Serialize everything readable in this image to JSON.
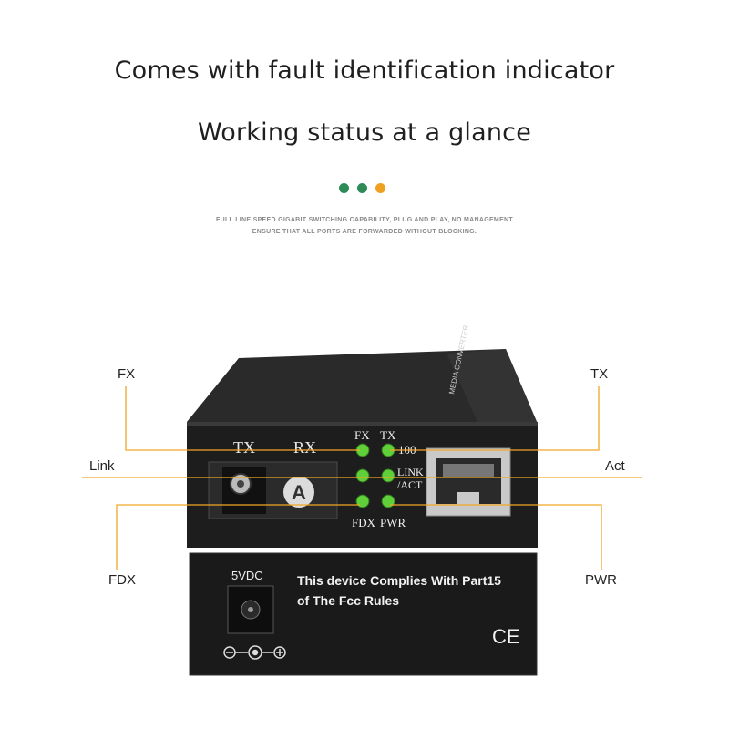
{
  "heading": {
    "line1": "Comes with fault identification indicator",
    "line2": "Working status at a glance"
  },
  "dots": [
    "#2e8b57",
    "#2e8b57",
    "#f0a020"
  ],
  "subtext": {
    "line1": "FULL LINE SPEED GIGABIT SWITCHING CAPABILITY, PLUG AND PLAY, NO MANAGEMENT",
    "line2": "ENSURE THAT ALL PORTS ARE FORWARDED WITHOUT BLOCKING."
  },
  "callouts": {
    "fx": "FX",
    "tx": "TX",
    "link": "Link",
    "act": "Act",
    "fdx": "FDX",
    "pwr": "PWR"
  },
  "device": {
    "top_label": "MEDIA CONVERTER",
    "port_tx": "TX",
    "port_rx": "RX",
    "port_letter": "A",
    "led_fx": "FX",
    "led_tx": "TX",
    "led_100": "100",
    "led_link": "LINK",
    "led_act": "/ACT",
    "led_fdx": "FDX",
    "led_pwr": "PWR",
    "power_label": "5VDC",
    "compliance_line1": "This device Complies With Part15",
    "compliance_line2": "of The Fcc Rules",
    "ce_mark": "CE"
  },
  "colors": {
    "callout_line": "#f2a626",
    "led_green": "#5fcf3a",
    "device_body": "#1f1f1f"
  }
}
